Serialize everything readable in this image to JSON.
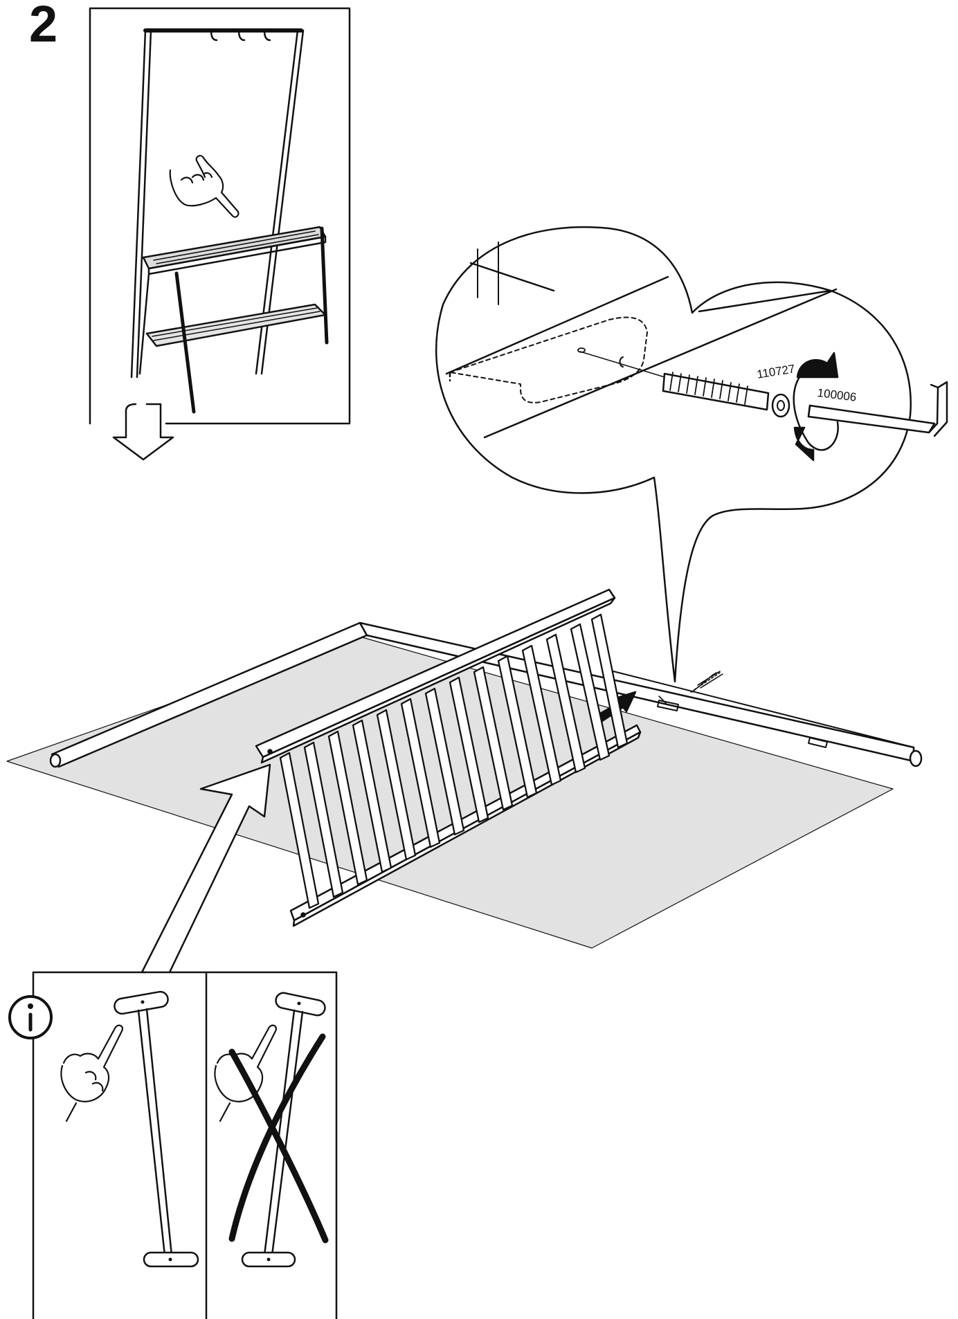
{
  "step": {
    "number": "2"
  },
  "parts": [
    {
      "id": "110727",
      "label": "110727"
    },
    {
      "id": "100006",
      "label": "100006"
    }
  ],
  "icons": {
    "info": "info-icon",
    "down_arrow": "outline-down-arrow-icon",
    "push_arrow": "push-arrow-icon",
    "rotate_arrow": "rotate-arrow-icon"
  },
  "colors": {
    "ink": "#111111",
    "floor": "#e2e2e2",
    "paper": "#ffffff"
  }
}
